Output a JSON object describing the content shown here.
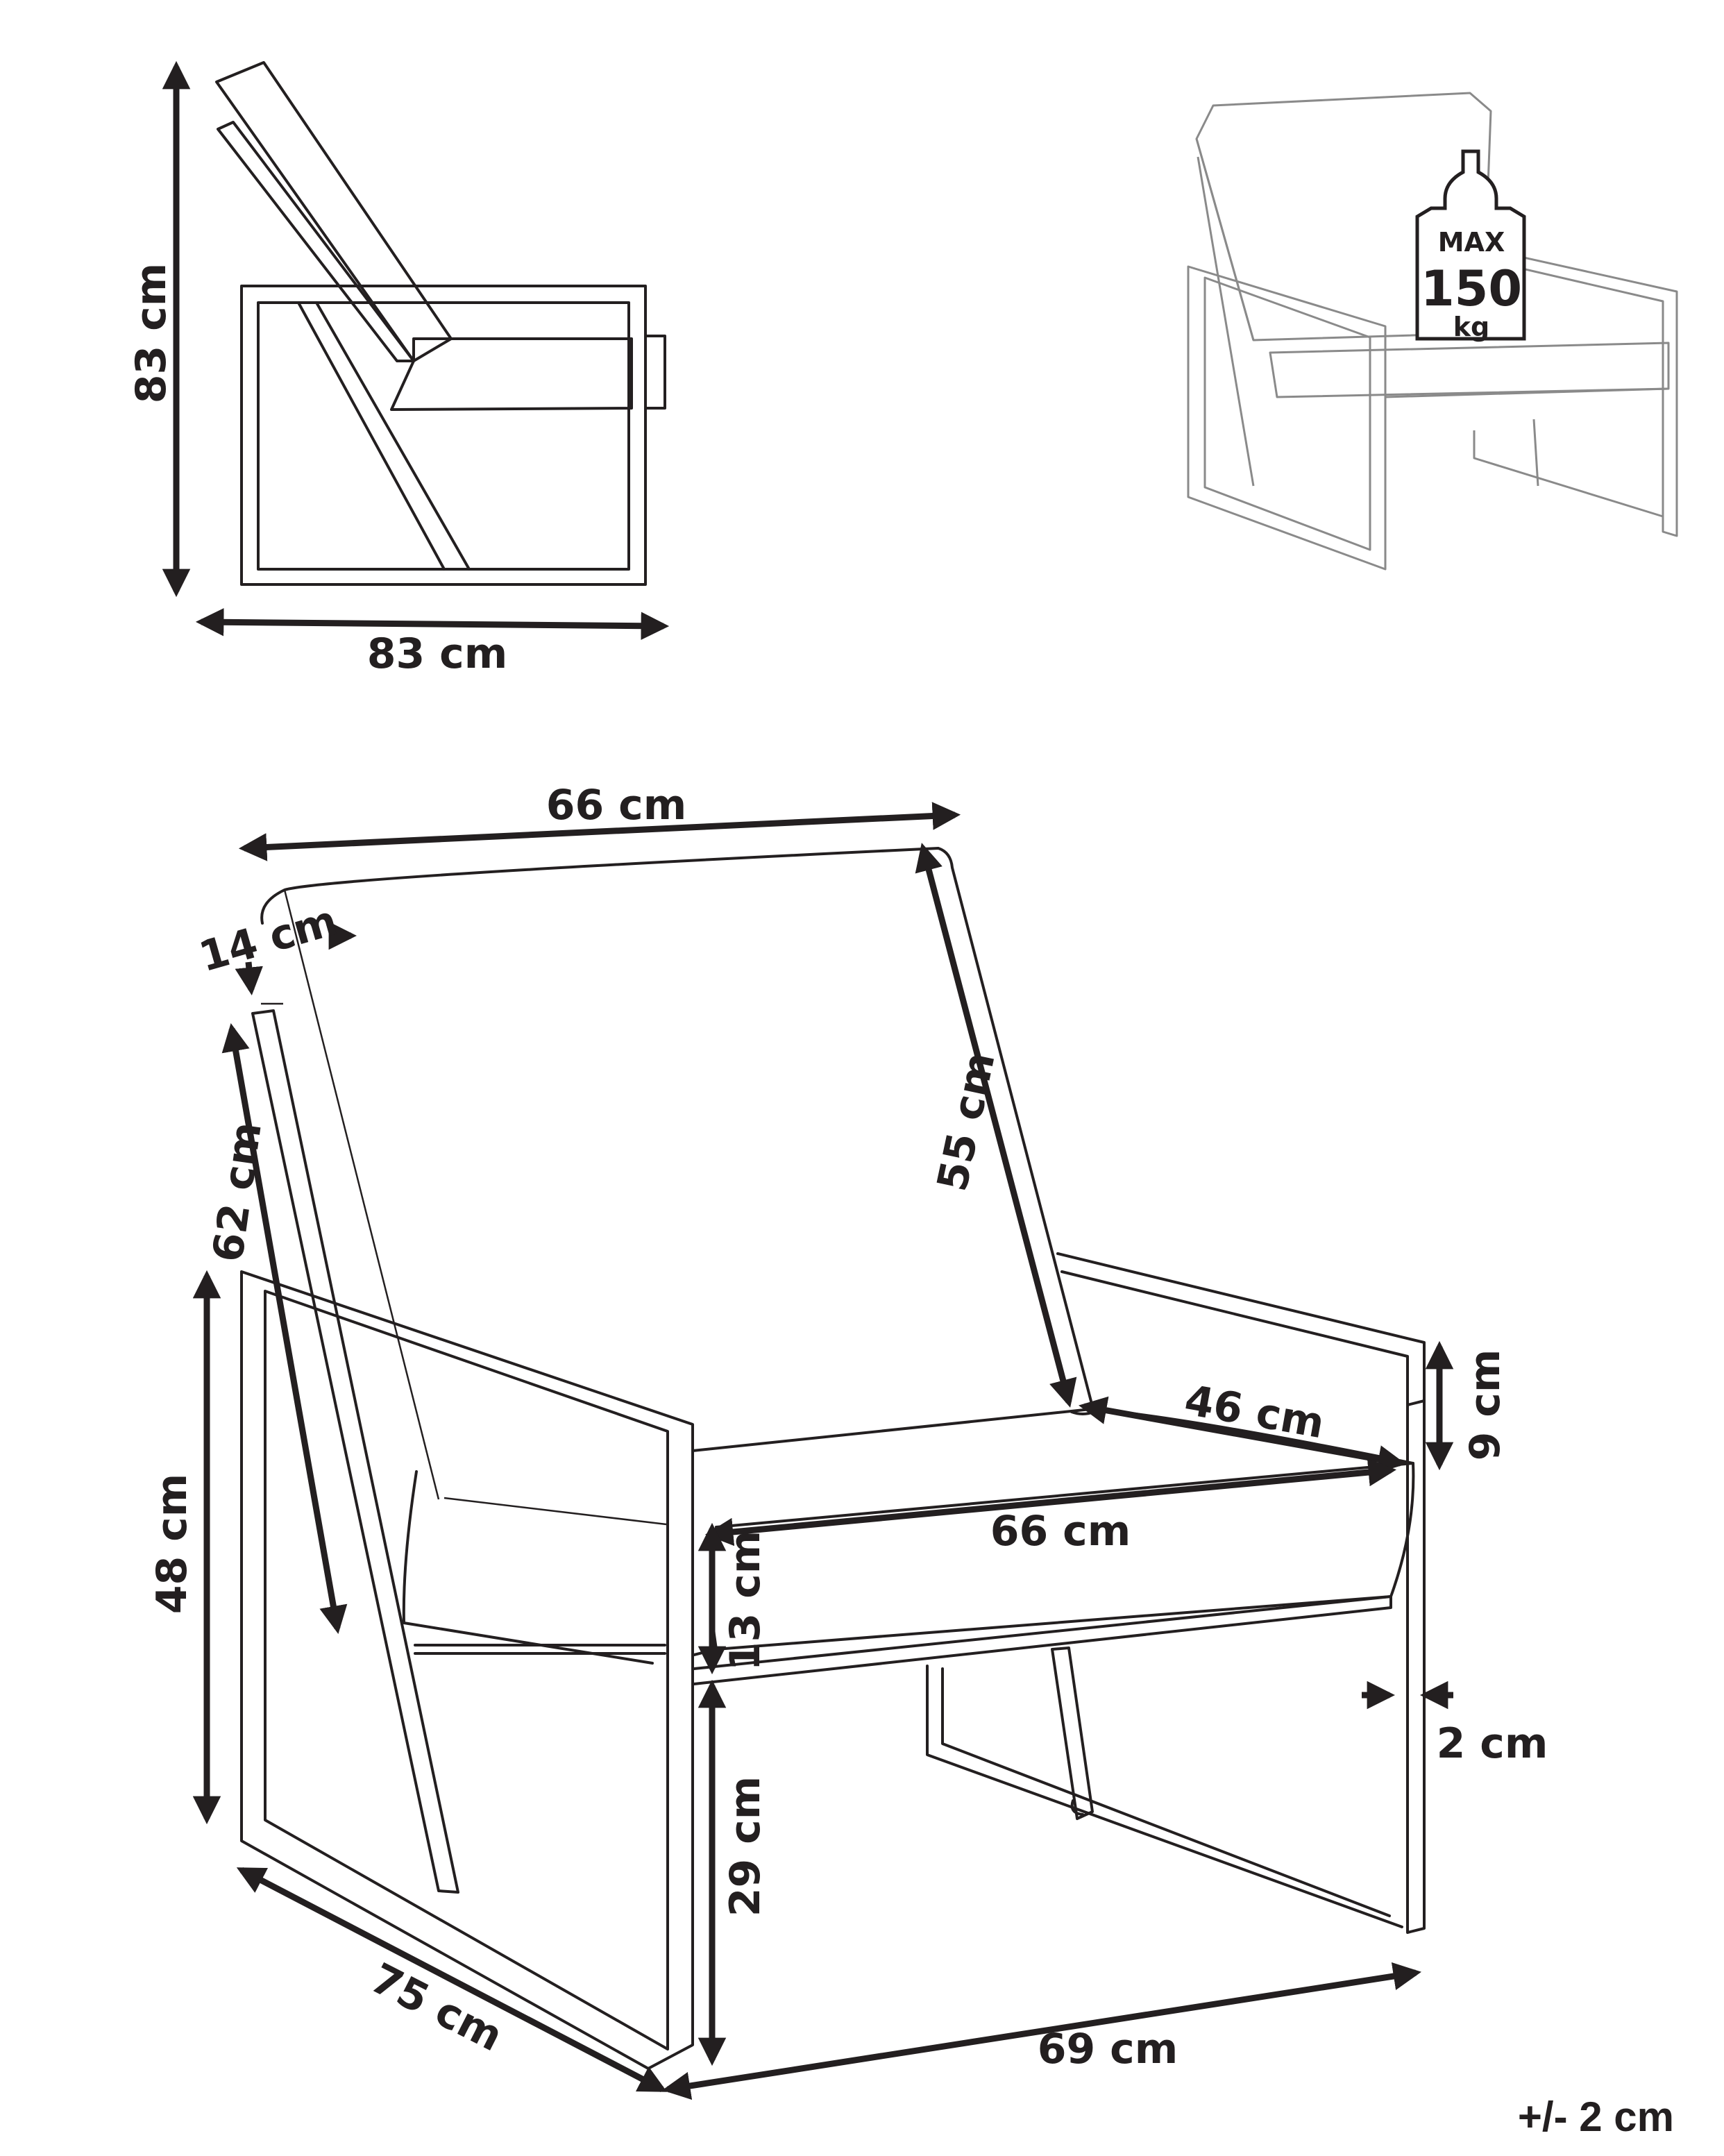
{
  "side_view": {
    "height_label": "83 cm",
    "depth_label": "83 cm"
  },
  "weight_badge": {
    "line1": "MAX",
    "line2": "150",
    "line3": "kg"
  },
  "main_view": {
    "backrest_width": "66 cm",
    "backrest_thickness": "14 cm",
    "backrest_height_front": "55 cm",
    "backrest_height_side": "62 cm",
    "armrest_height": "48 cm",
    "armrest_top_height": "9 cm",
    "seat_depth": "46 cm",
    "seat_width": "66 cm",
    "seat_cushion_height": "13 cm",
    "seat_floor_height": "29 cm",
    "frame_thickness": "2 cm",
    "total_depth": "75 cm",
    "total_width": "69 cm"
  },
  "tolerance_note": "+/- 2 cm"
}
